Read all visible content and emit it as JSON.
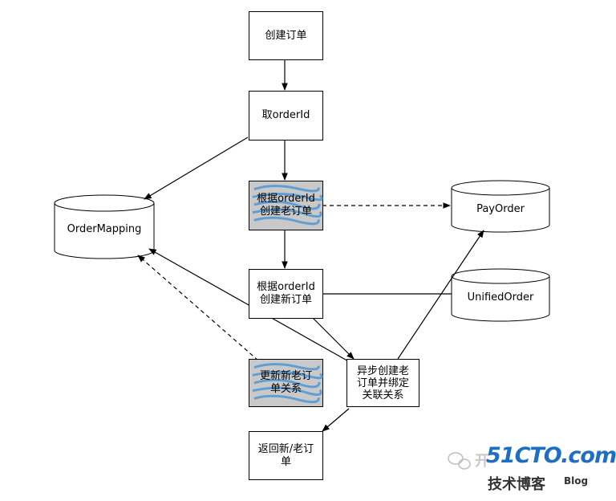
{
  "nodes": {
    "create_order": "创建订单",
    "get_order_id": "取orderId",
    "create_old_order": "根据orderId\n创建老订单",
    "create_new_order": "根据orderId\n创建新订单",
    "update_relation": "更新新老订\n单关系",
    "async_create_old": "异步创建老\n订单并绑定\n关联关系",
    "return_orders": "返回新/老订\n单"
  },
  "databases": {
    "order_mapping": "OrderMapping",
    "pay_order": "PayOrder",
    "unified_order": "UnifiedOrder"
  },
  "watermark": {
    "brand": "51CTO.com",
    "sub": "技术博客",
    "blog": "Blog",
    "faded": "开"
  },
  "colors": {
    "hatch_fill": "#c9c9c9",
    "squiggle": "#3a8fd8",
    "brand_blue": "#1e6fc4"
  }
}
